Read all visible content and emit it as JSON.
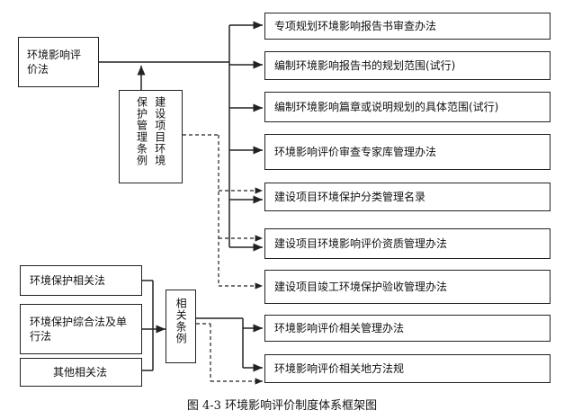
{
  "main_law": "环境影响评价法",
  "regulation_box": {
    "col_left": "建设项目环境",
    "col_right": "保护管理条例"
  },
  "related_regulation": "相关条例",
  "left_boxes": [
    "环境保护相关法",
    "环境保护综合法及单行法",
    "其他相关法"
  ],
  "right_boxes": [
    "专项规划环境影响报告书审查办法",
    "编制环境影响报告书的规划范围(试行)",
    "编制环境影响篇章或说明规划的具体范围(试行)",
    "环境影响评价审查专家库管理办法",
    "建设项目环境保护分类管理名录",
    "建设项目环境影响评价资质管理办法",
    "建设项目竣工环境保护验收管理办法",
    "环境影响评价相关管理办法",
    "环境影响评价相关地方法规"
  ],
  "caption": "图 4-3    环境影响评价制度体系框架图",
  "colors": {
    "line": "#222222",
    "background": "#ffffff"
  }
}
